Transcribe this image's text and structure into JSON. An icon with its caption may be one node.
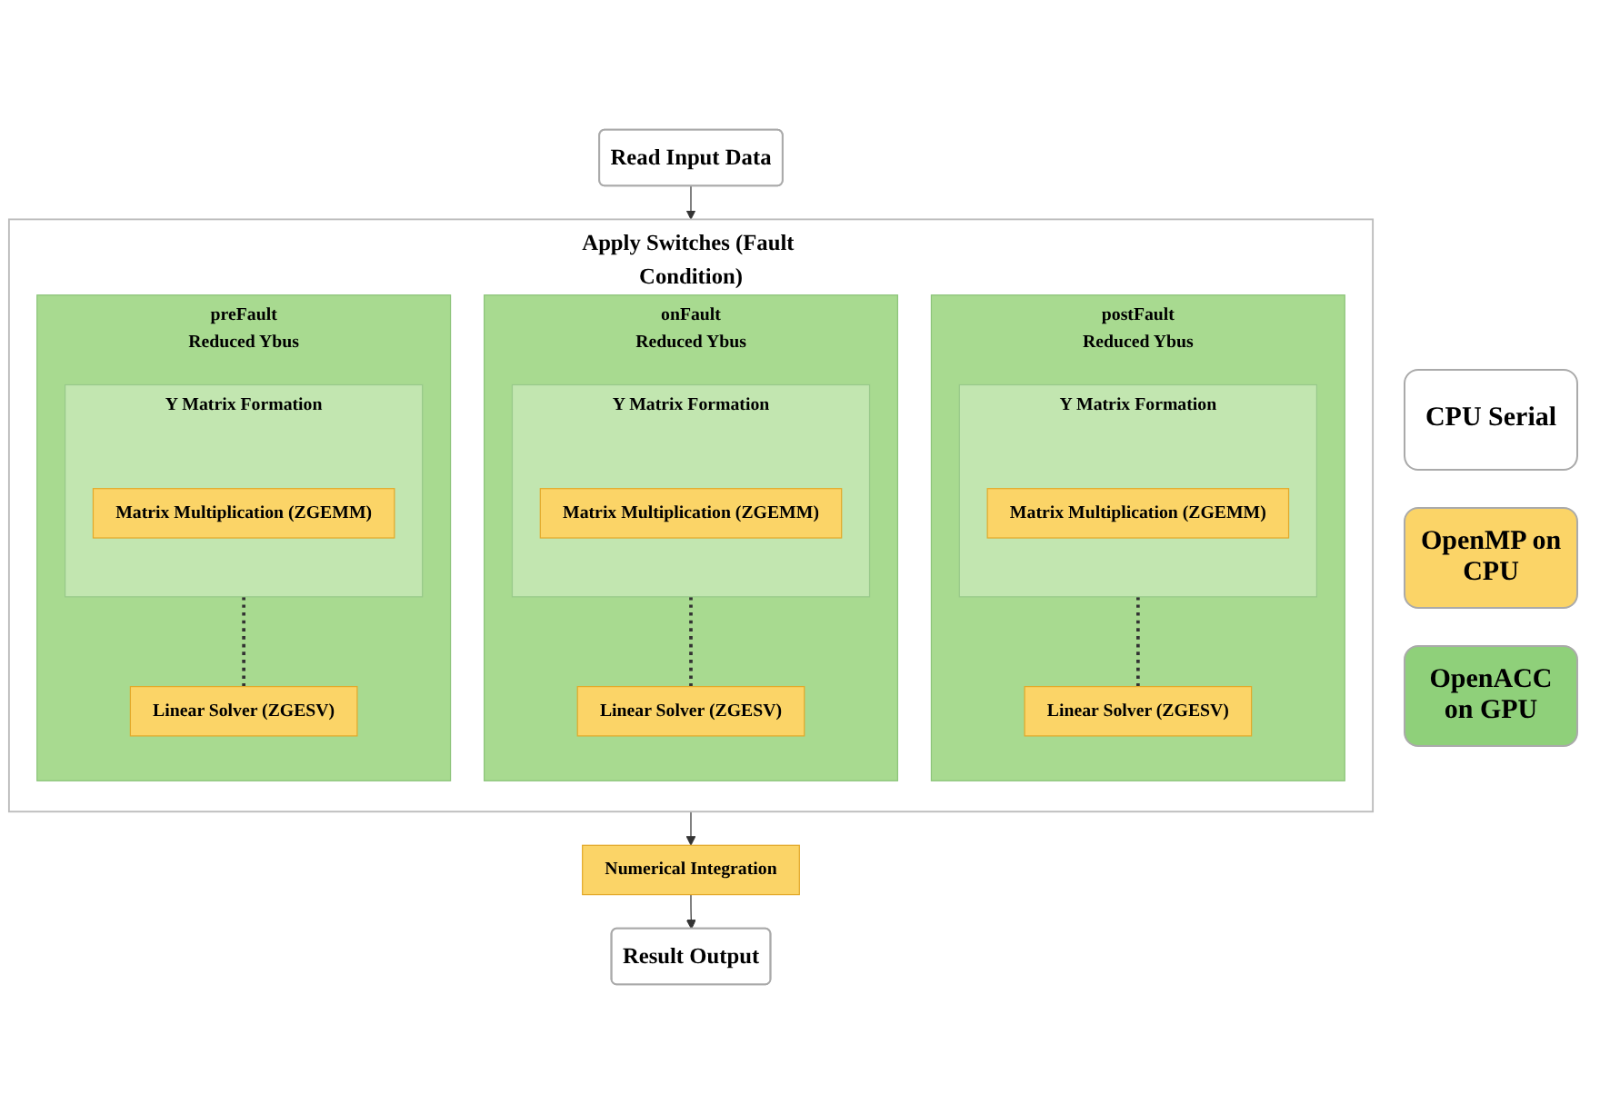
{
  "diagram": {
    "nodes": [
      {
        "text": [
          "Read Input Data"
        ]
      },
      {
        "text": [
          "Apply Switches (Fault Condition)"
        ]
      },
      {
        "text": [
          "preFault",
          "Reduced Ybus"
        ],
        "in": 1
      },
      {
        "text": [
          "Y Matrix Formation"
        ],
        "in": 2
      },
      {
        "text": [
          "Matrix Multiplication (ZGEMM)"
        ],
        "in": 3
      },
      {
        "text": [
          "Linear Solver (ZGESV)"
        ],
        "in": 2
      },
      {
        "text": [
          "onFault",
          "Reduced Ybus"
        ],
        "in": 1
      },
      {
        "text": [
          "Y Matrix Formation"
        ],
        "in": 6
      },
      {
        "text": [
          "Matrix Multiplication (ZGEMM)"
        ],
        "in": 7
      },
      {
        "text": [
          "Linear Solver (ZGESV)"
        ],
        "in": 6
      },
      {
        "text": [
          "postFault",
          "Reduced Ybus"
        ],
        "in": 1
      },
      {
        "text": [
          "Y Matrix Formation"
        ],
        "in": 10
      },
      {
        "text": [
          "Matrix Multiplication (ZGEMM)"
        ],
        "in": 11
      },
      {
        "text": [
          "Linear Solver (ZGESV)"
        ],
        "in": 10
      },
      {
        "text": [
          "Numerical Integration"
        ]
      },
      {
        "text": [
          "Result Output"
        ]
      }
    ],
    "edges": [
      {
        "from": 0,
        "to": 1,
        "arrow": "to"
      },
      {
        "from": 3,
        "to": 5,
        "arrow": "none",
        "style": "dashed"
      },
      {
        "from": 7,
        "to": 9,
        "arrow": "none",
        "style": "dashed"
      },
      {
        "from": 11,
        "to": 13,
        "arrow": "none",
        "style": "dashed"
      },
      {
        "from": 1,
        "to": 14,
        "arrow": "to"
      },
      {
        "from": 14,
        "to": 15,
        "arrow": "to"
      }
    ],
    "legend": [
      {
        "text": "CPU Serial",
        "color": "#ffffff"
      },
      {
        "text": "OpenMP on CPU",
        "color": "#fbd467"
      },
      {
        "text": "OpenACC on GPU",
        "color": "#8fd07a"
      }
    ]
  }
}
